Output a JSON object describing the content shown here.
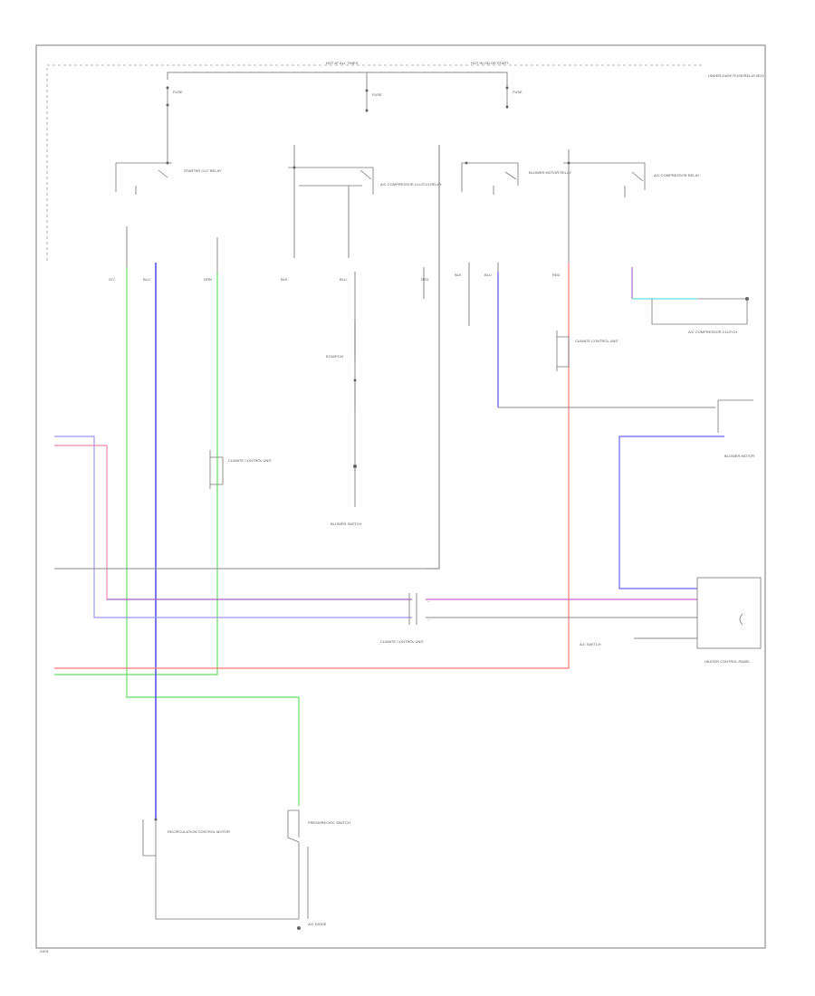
{
  "colors": {
    "background": "#ffffff",
    "line": "#8a8a8a",
    "green_wire": "#66dd66",
    "blue_wire": "#5555ee",
    "red_wire": "#ff7777",
    "lightblue_wire": "#66dddd",
    "violet_wire": "#7744cc",
    "pink_wire": "#ee88aa",
    "text": "#555555"
  },
  "labels": {
    "hot_at_all_times": "HOT AT ALL TIMES",
    "hot_in_on": "HOT IN ON OR START",
    "fuse_1": "FUSE",
    "fuse_2": "FUSE",
    "fuse_3": "FUSE",
    "sw_1": "STARTER CUT RELAY",
    "sw_2": "A/C COMPRESSOR CLUTCH RELAY",
    "sw_3": "BLOWER MOTOR RELAY",
    "sw_4": "A/C COMPRESSOR RELAY",
    "right_note": "UNDER-DASH FUSE/RELAY BOX",
    "clutch": "A/C COMPRESSOR CLUTCH",
    "center_ecm": "ECM/PCM",
    "center_bottom": "BLOWER SWITCH",
    "left_conn": "CLIMATE CONTROL UNIT",
    "mid_conn": "CLIMATE CONTROL UNIT",
    "right_top_conn": "BLOWER MOTOR",
    "right_box": "HEATER CONTROL PANEL",
    "lower_center": "CLIMATE CONTROL UNIT",
    "lower_right": "A/C SWITCH",
    "bottom_left": "RECIRCULATION CONTROL MOTOR",
    "bottom_mid": "FRESH/RECIRC SWITCH",
    "bottom_label": "A/C DIODE",
    "corner": "G401"
  }
}
